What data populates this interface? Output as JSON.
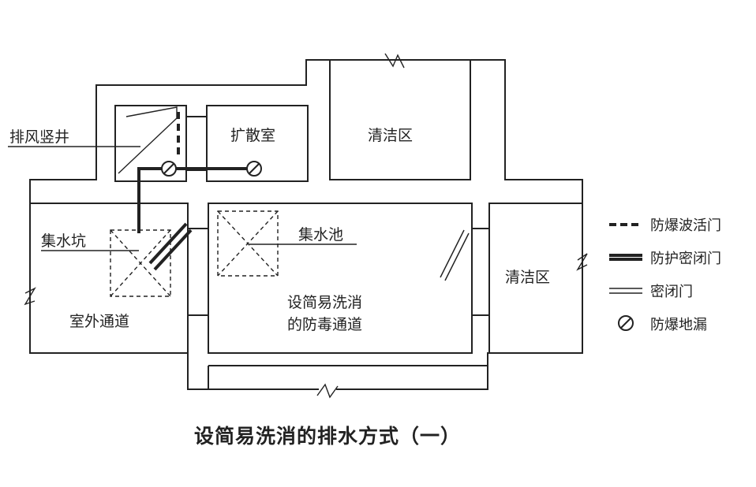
{
  "labels": {
    "exhaust_shaft": "排风竖井",
    "expansion_room": "扩散室",
    "clean_zone_top": "清洁区",
    "sump_pit": "集水坑",
    "sump_pool": "集水池",
    "clean_zone_right": "清洁区",
    "outdoor_passage": "室外通道",
    "decon_line1": "设简易洗消",
    "decon_line2": "的防毒通道"
  },
  "legend": [
    {
      "label": "防爆波活门",
      "symbol": "dashed-thick-line"
    },
    {
      "label": "防护密闭门",
      "symbol": "double-thick-line"
    },
    {
      "label": "密闭门",
      "symbol": "double-thin-line"
    },
    {
      "label": "防爆地漏",
      "symbol": "floor-drain-circle"
    }
  ],
  "title": "设简易洗消的排水方式（一）"
}
